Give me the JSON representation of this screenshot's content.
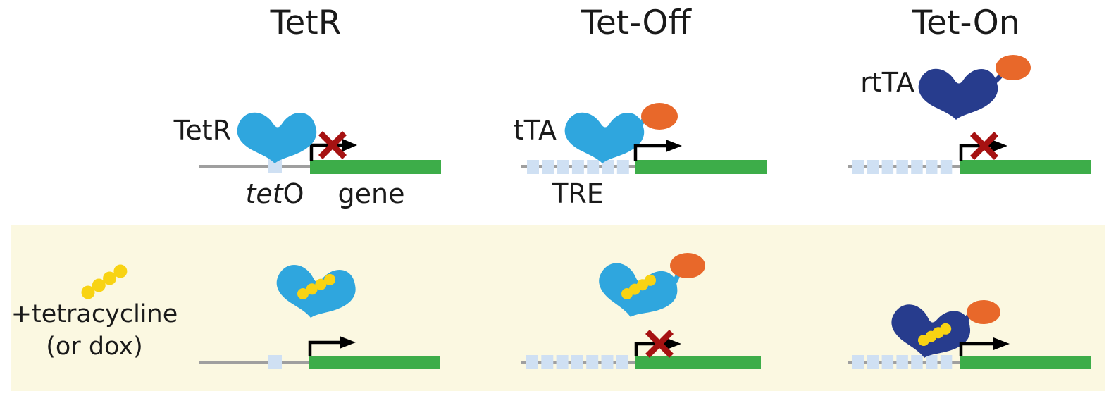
{
  "figure": {
    "columns": [
      {
        "title": "TetR",
        "protein_label": "TetR",
        "operator_label_italic": "tet",
        "operator_label_roman": "O",
        "gene_label": "gene",
        "top": {
          "transcription_blocked": true
        },
        "bottom": {
          "transcription_blocked": false
        }
      },
      {
        "title": "Tet-Off",
        "protein_label": "tTA",
        "element_label": "TRE",
        "top": {
          "transcription_blocked": false
        },
        "bottom": {
          "transcription_blocked": true
        }
      },
      {
        "title": "Tet-On",
        "protein_label": "rtTA",
        "top": {
          "transcription_blocked": true
        },
        "bottom": {
          "transcription_blocked": false
        }
      }
    ],
    "condition": {
      "line1": "+tetracycline",
      "line2": "(or dox)"
    },
    "tre_site_count": 7,
    "tetracycline_ring_count": 4
  },
  "colors": {
    "background": "#ffffff",
    "panel_background": "#fbf8e1",
    "repressor_sky_blue": "#2fa6de",
    "activator_navy": "#273c8d",
    "activation_domain_orange": "#e8682a",
    "gene_green": "#3dad49",
    "operator_pale_blue": "#cfe0f3",
    "tetracycline_yellow": "#f8d313",
    "dna_gray": "#9f9f9f",
    "blocked_cross_red": "#a61212",
    "arrow_black": "#000000",
    "text_black": "#1a1a1a"
  }
}
